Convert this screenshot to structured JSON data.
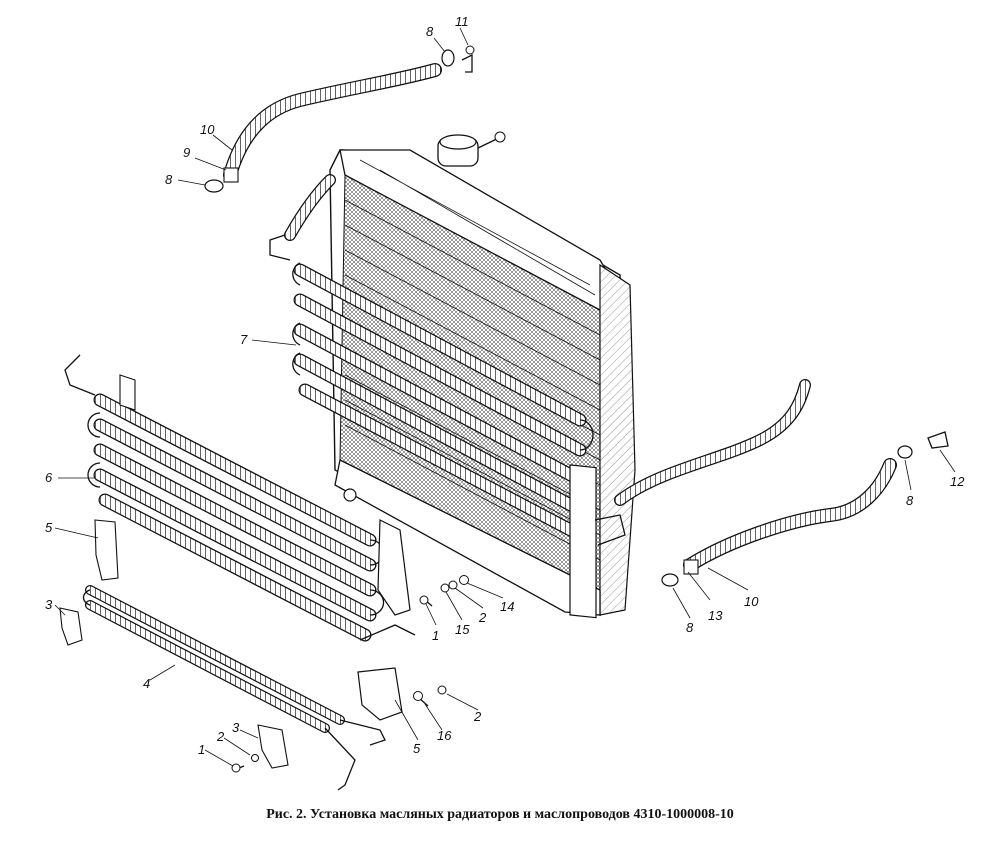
{
  "caption": "Рис. 2. Установка масляных радиаторов и маслопроводов 4310-1000008-10",
  "callouts": [
    "1",
    "2",
    "3",
    "4",
    "5",
    "6",
    "7",
    "8",
    "9",
    "10",
    "11",
    "12",
    "13",
    "14",
    "15",
    "16"
  ],
  "colors": {
    "line": "#111111",
    "background": "#ffffff",
    "shade": "#d9d9d9"
  }
}
